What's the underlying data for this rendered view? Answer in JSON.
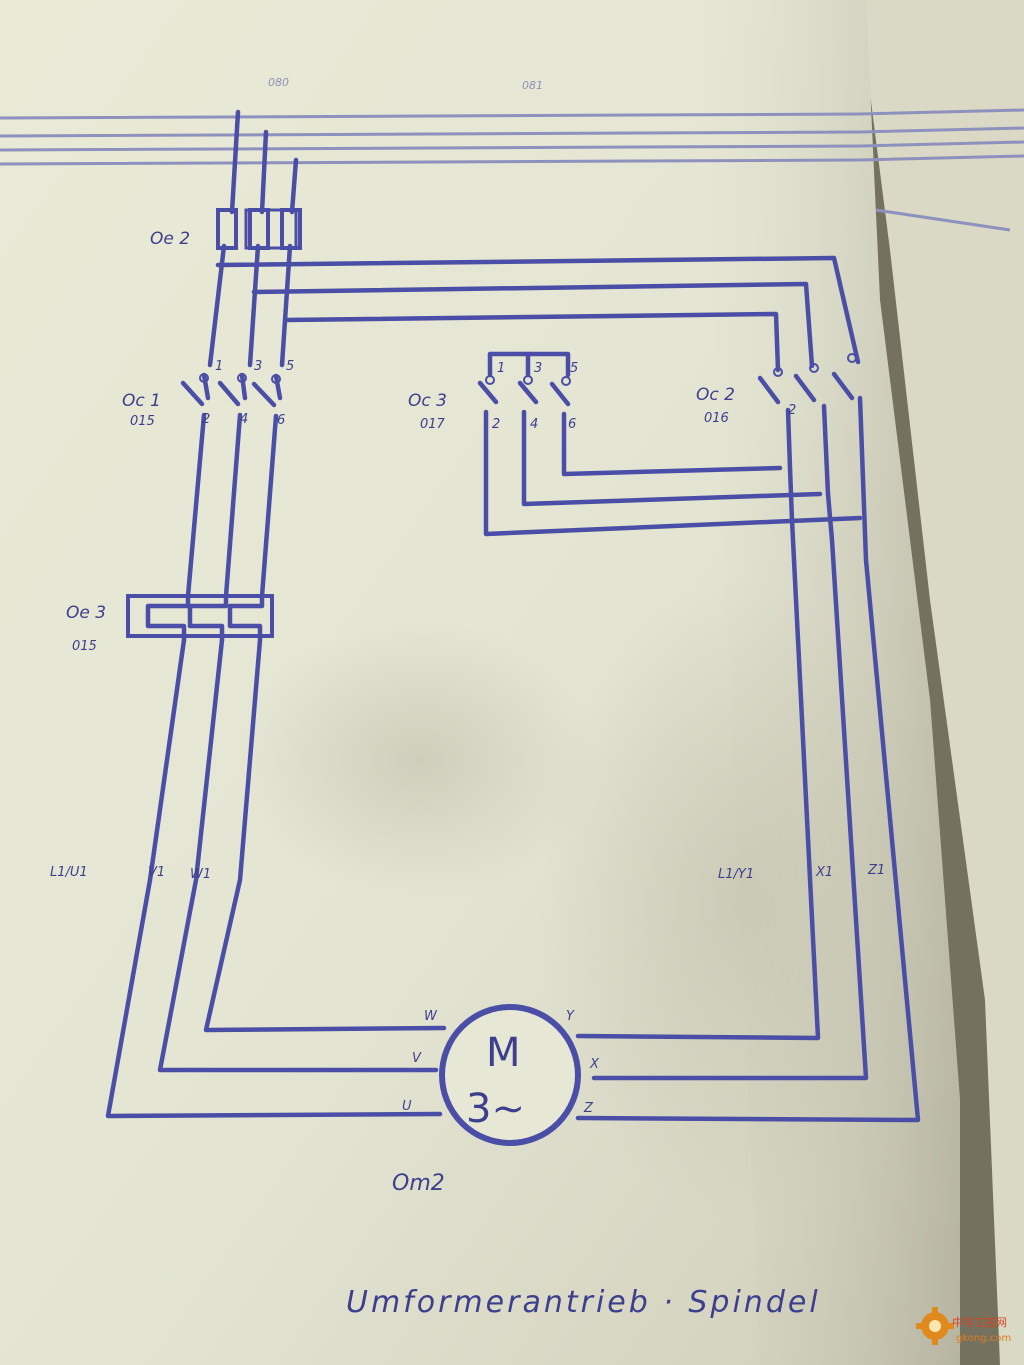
{
  "diagram": {
    "title": "Umformerantrieb · Spindel",
    "column_numbers": [
      "080",
      "081"
    ],
    "fuse": {
      "label": "Oe 2"
    },
    "contactor_1": {
      "label": "Oc 1",
      "ref": "015",
      "terminals_top": [
        "1",
        "3",
        "5"
      ],
      "terminals_bottom": [
        "2",
        "4",
        "6"
      ]
    },
    "contactor_3": {
      "label": "Oc 3",
      "ref": "017",
      "terminals_top": [
        "1",
        "3",
        "5"
      ],
      "terminals_bottom": [
        "2",
        "4",
        "6"
      ]
    },
    "contactor_2": {
      "label": "Oc 2",
      "ref": "016",
      "terminals_bottom": [
        "2"
      ]
    },
    "overload": {
      "label": "Oe 3",
      "ref": "015"
    },
    "terminals_left": [
      "L1/U1",
      "V1",
      "W1"
    ],
    "terminals_right": [
      "L1/Y1",
      "X1",
      "Z1"
    ],
    "motor": {
      "label": "Om2",
      "symbol_top": "M",
      "symbol_bottom": "3∼",
      "windings_left": [
        "W",
        "V",
        "U"
      ],
      "windings_right": [
        "Y",
        "X",
        "Z"
      ]
    },
    "watermark": {
      "text": "中华工控网",
      "url": "gkong.com"
    }
  }
}
